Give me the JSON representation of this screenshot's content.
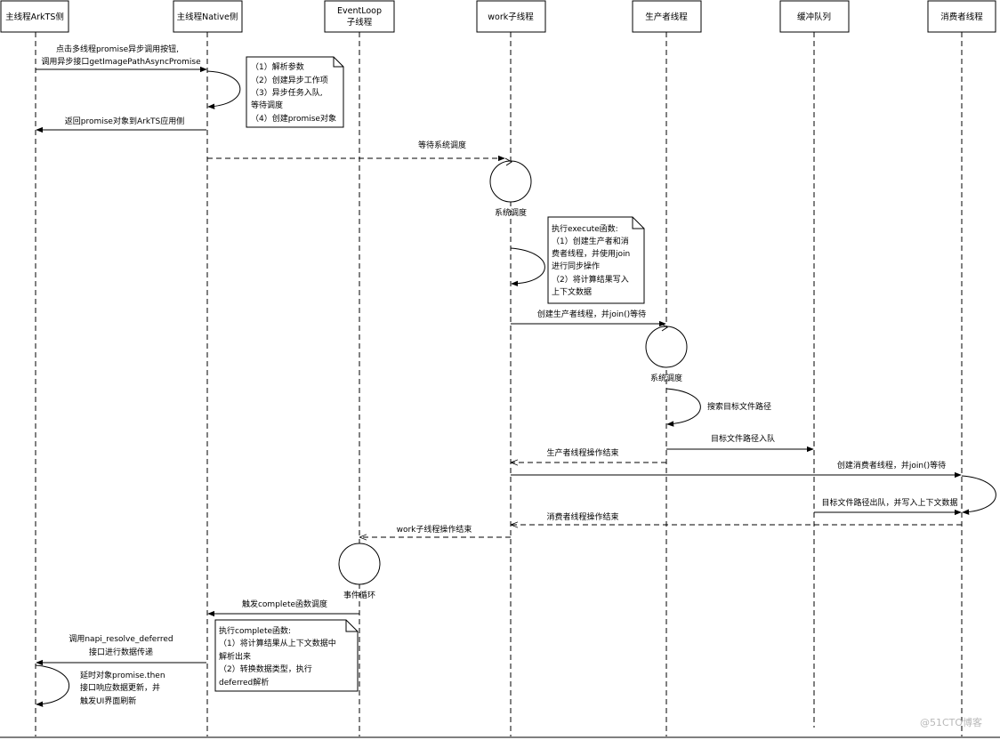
{
  "participants": [
    {
      "id": "arkts",
      "label": "主线程ArkTS侧"
    },
    {
      "id": "native",
      "label": "主线程Native侧"
    },
    {
      "id": "eventloop",
      "label": "EventLoop",
      "label2": "子线程"
    },
    {
      "id": "work",
      "label": "work子线程"
    },
    {
      "id": "producer",
      "label": "生产者线程"
    },
    {
      "id": "queue",
      "label": "缓冲队列"
    },
    {
      "id": "consumer",
      "label": "消费者线程"
    }
  ],
  "messages": {
    "m1_line1": "点击多线程promise异步调用按钮,",
    "m1_line2": "调用异步接口getImagePathAsyncPromise",
    "m2": "返回promise对象到ArkTS应用侧",
    "m3": "等待系统调度",
    "m4": "创建生产者线程，并join()等待",
    "m5": "搜索目标文件路径",
    "m6": "目标文件路径入队",
    "m7": "生产者线程操作结束",
    "m8": "创建消费者线程，并join()等待",
    "m9": "目标文件路径出队，并写入上下文数据",
    "m10": "消费者线程操作结束",
    "m11": "work子线程操作结束",
    "m12": "触发complete函数调度",
    "m13_line1": "调用napi_resolve_deferred",
    "m13_line2": "接口进行数据传递",
    "m14_line1": "延时对象promise.then",
    "m14_line2": "接口响应数据更新，并",
    "m14_line3": "触发UI界面刷新"
  },
  "activations": {
    "work": "系统调度",
    "producer": "系统调度",
    "eventloop": "事件循环"
  },
  "notes": {
    "native": [
      "（1）解析参数",
      "（2）创建异步工作项",
      "（3）异步任务入队,",
      "等待调度",
      "（4）创建promise对象"
    ],
    "work": [
      "执行execute函数:",
      "（1）创建生产者和消",
      "费者线程，并使用join",
      "进行同步操作",
      "（2）将计算结果写入",
      "上下文数据"
    ],
    "eventloop": [
      "执行complete函数:",
      "（1）将计算结果从上下文数据中",
      "解析出来",
      "（2）转换数据类型，执行",
      "deferred解析"
    ]
  },
  "watermark": "@51CTO博客"
}
